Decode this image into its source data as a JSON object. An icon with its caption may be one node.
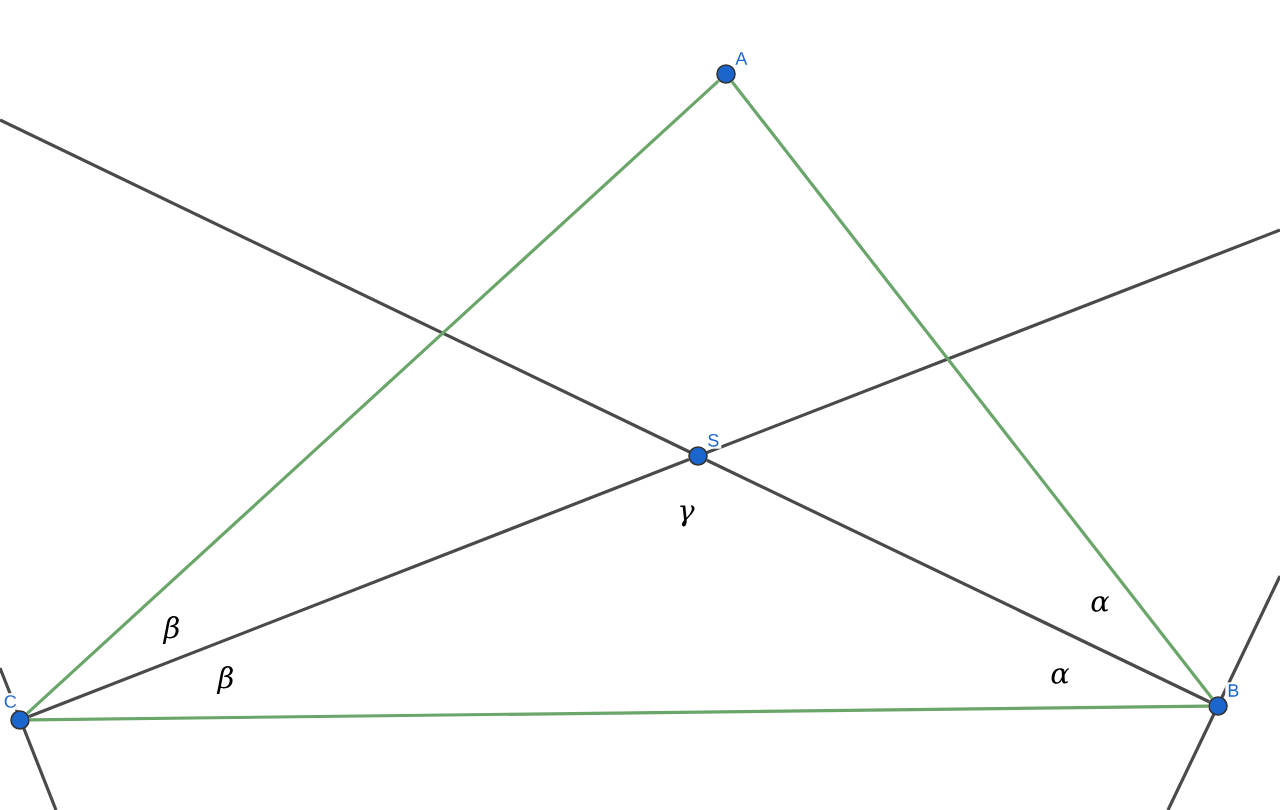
{
  "diagram": {
    "nodes": [
      {
        "text": [
          "A"
        ]
      },
      {
        "text": [
          "S"
        ]
      },
      {
        "text": [
          "C"
        ]
      },
      {
        "text": [
          "B"
        ]
      }
    ],
    "edges": [
      {
        "from": 2,
        "to": 0,
        "arrow": "none",
        "color": "#6aa56a"
      },
      {
        "from": 0,
        "to": 3,
        "arrow": "none",
        "color": "#6aa56a"
      },
      {
        "from": 2,
        "to": 3,
        "arrow": "none",
        "color": "#6aa56a"
      },
      {
        "from": 2,
        "to": 1,
        "arrow": "none",
        "color": "#4a4a4a"
      },
      {
        "from": 3,
        "to": 1,
        "arrow": "none",
        "color": "#4a4a4a"
      }
    ],
    "labels": [
      "γ",
      "α",
      "β",
      "α",
      "β"
    ]
  }
}
